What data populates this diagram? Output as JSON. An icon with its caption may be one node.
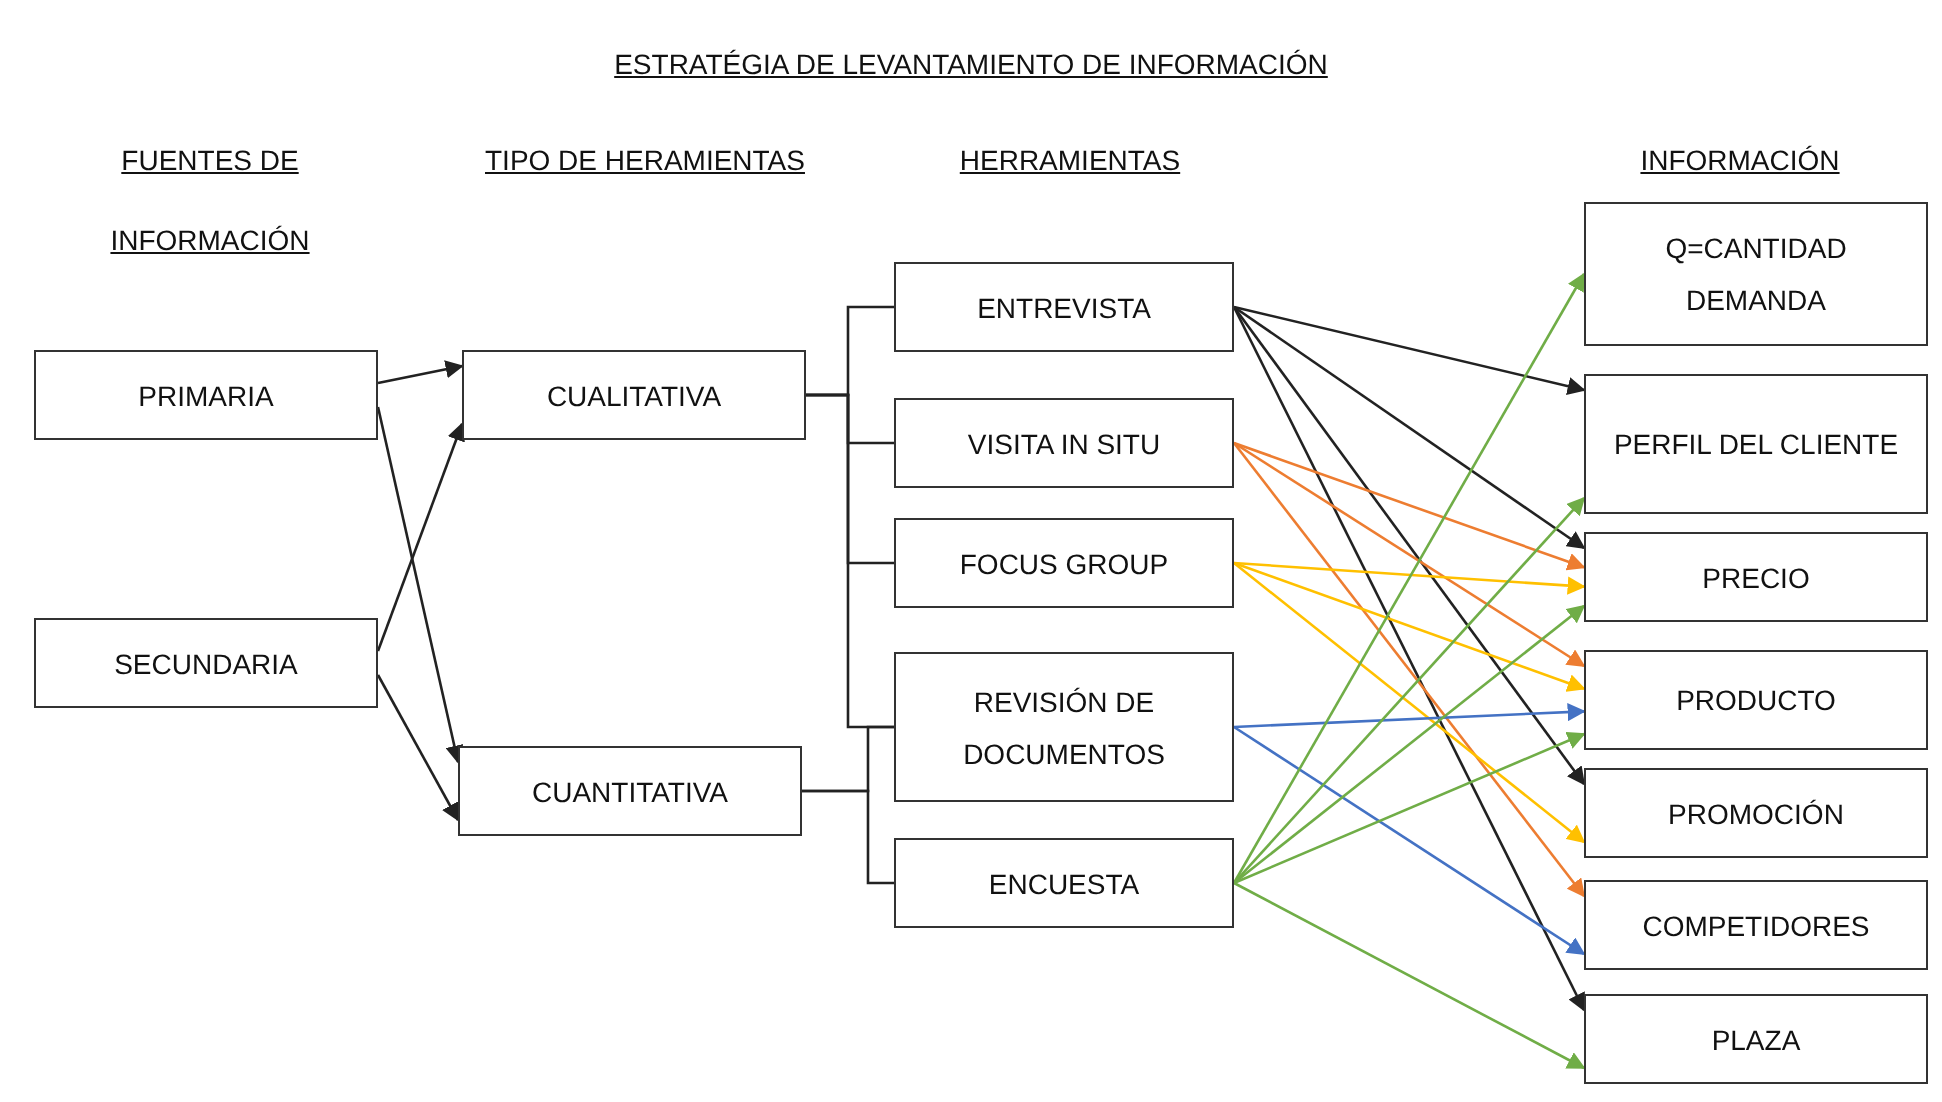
{
  "diagram": {
    "title": "ESTRATÉGIA DE LEVANTAMIENTO DE INFORMACIÓN",
    "labels": [
      "FUENTES DE INFORMACIÓN",
      "TIPO DE HERAMIENTAS",
      "HERRAMIENTAS",
      "INFORMACIÓN"
    ],
    "nodes": [
      {
        "text": [
          "PRIMARIA"
        ]
      },
      {
        "text": [
          "SECUNDARIA"
        ]
      },
      {
        "text": [
          "CUALITATIVA"
        ]
      },
      {
        "text": [
          "CUANTITATIVA"
        ]
      },
      {
        "text": [
          "ENTREVISTA"
        ]
      },
      {
        "text": [
          "VISITA IN SITU"
        ]
      },
      {
        "text": [
          "FOCUS GROUP"
        ]
      },
      {
        "text": [
          "REVISIÓN DE DOCUMENTOS"
        ]
      },
      {
        "text": [
          "ENCUESTA"
        ]
      },
      {
        "text": [
          "Q=CANTIDAD DEMANDA"
        ]
      },
      {
        "text": [
          "PERFIL DEL CLIENTE"
        ]
      },
      {
        "text": [
          "PRECIO"
        ]
      },
      {
        "text": [
          "PRODUCTO"
        ]
      },
      {
        "text": [
          "PROMOCIÓN"
        ]
      },
      {
        "text": [
          "COMPETIDORES"
        ]
      },
      {
        "text": [
          "PLAZA"
        ]
      }
    ],
    "edges": [
      {
        "from": 0,
        "to": 2,
        "arrow": "to"
      },
      {
        "from": 0,
        "to": 3,
        "arrow": "to"
      },
      {
        "from": 1,
        "to": 2,
        "arrow": "to"
      },
      {
        "from": 1,
        "to": 3,
        "arrow": "to"
      },
      {
        "from": 2,
        "to": 4,
        "arrow": "none"
      },
      {
        "from": 2,
        "to": 5,
        "arrow": "none"
      },
      {
        "from": 2,
        "to": 6,
        "arrow": "none"
      },
      {
        "from": 2,
        "to": 7,
        "arrow": "none"
      },
      {
        "from": 3,
        "to": 7,
        "arrow": "none"
      },
      {
        "from": 3,
        "to": 8,
        "arrow": "none"
      },
      {
        "from": 4,
        "to": 10,
        "arrow": "to"
      },
      {
        "from": 4,
        "to": 11,
        "arrow": "to"
      },
      {
        "from": 4,
        "to": 13,
        "arrow": "to"
      },
      {
        "from": 4,
        "to": 15,
        "arrow": "to"
      },
      {
        "from": 5,
        "to": 11,
        "arrow": "to",
        "color": "#ed7d31"
      },
      {
        "from": 5,
        "to": 12,
        "arrow": "to",
        "color": "#ed7d31"
      },
      {
        "from": 5,
        "to": 14,
        "arrow": "to",
        "color": "#ed7d31"
      },
      {
        "from": 6,
        "to": 11,
        "arrow": "to",
        "color": "#ffc000"
      },
      {
        "from": 6,
        "to": 12,
        "arrow": "to",
        "color": "#ffc000"
      },
      {
        "from": 6,
        "to": 13,
        "arrow": "to",
        "color": "#ffc000"
      },
      {
        "from": 7,
        "to": 12,
        "arrow": "to",
        "color": "#4472c4"
      },
      {
        "from": 7,
        "to": 14,
        "arrow": "to",
        "color": "#4472c4"
      },
      {
        "from": 8,
        "to": 9,
        "arrow": "to",
        "color": "#70ad47"
      },
      {
        "from": 8,
        "to": 10,
        "arrow": "to",
        "color": "#70ad47"
      },
      {
        "from": 8,
        "to": 11,
        "arrow": "to",
        "color": "#70ad47"
      },
      {
        "from": 8,
        "to": 12,
        "arrow": "to",
        "color": "#70ad47"
      },
      {
        "from": 8,
        "to": 15,
        "arrow": "to",
        "color": "#70ad47"
      }
    ]
  }
}
